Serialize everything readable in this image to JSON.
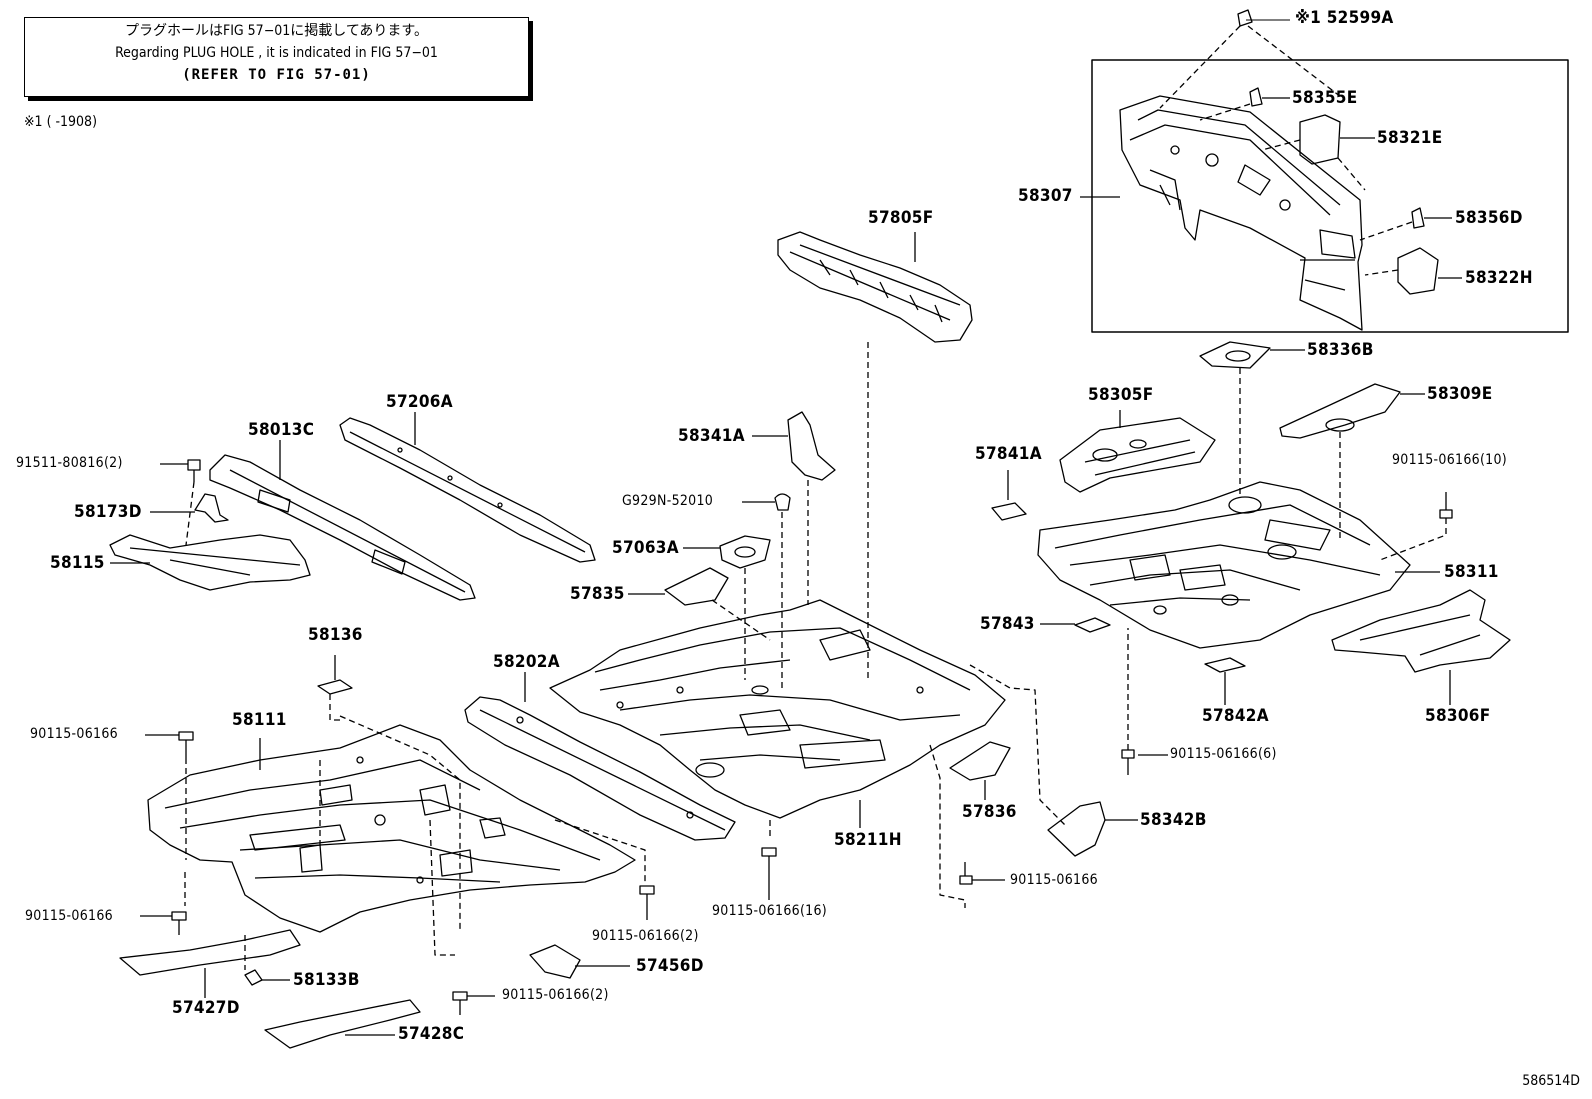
{
  "note": {
    "line1": "プラグホールはFIG 57−01に掲載してあります。",
    "line2": "Regarding PLUG HOLE , it is indicated in FIG 57−01",
    "line3": "(REFER TO FIG 57-01)"
  },
  "footnote": "※1 (      -1908)",
  "diagram_code": "586514D",
  "labels": {
    "p52599A": "※1 52599A",
    "p58355E": "58355E",
    "p58321E": "58321E",
    "p58307": "58307",
    "p58356D": "58356D",
    "p58322H": "58322H",
    "p58336B": "58336B",
    "p58305F": "58305F",
    "p58309E": "58309E",
    "p57841A": "57841A",
    "b_10": "90115-06166(10)",
    "p58311": "58311",
    "p57843": "57843",
    "p57842A": "57842A",
    "p58306F": "58306F",
    "b_6": "90115-06166(6)",
    "p58342B": "58342B",
    "b_r": "90115-06166",
    "p57836": "57836",
    "p58211H": "58211H",
    "b_16": "90115-06166(16)",
    "p57805F": "57805F",
    "p58341A": "58341A",
    "pG929N": "G929N-52010",
    "p57063A": "57063A",
    "p57835": "57835",
    "p58202A": "58202A",
    "p57206A": "57206A",
    "p58013C": "58013C",
    "b_91511": "91511-80816(2)",
    "p58173D": "58173D",
    "p58115": "58115",
    "p58136": "58136",
    "b_l1": "90115-06166",
    "p58111": "58111",
    "b_l2": "90115-06166",
    "b_c2": "90115-06166(2)",
    "p57456D": "57456D",
    "b_c2b": "90115-06166(2)",
    "p58133B": "58133B",
    "p57427D": "57427D",
    "p57428C": "57428C"
  }
}
